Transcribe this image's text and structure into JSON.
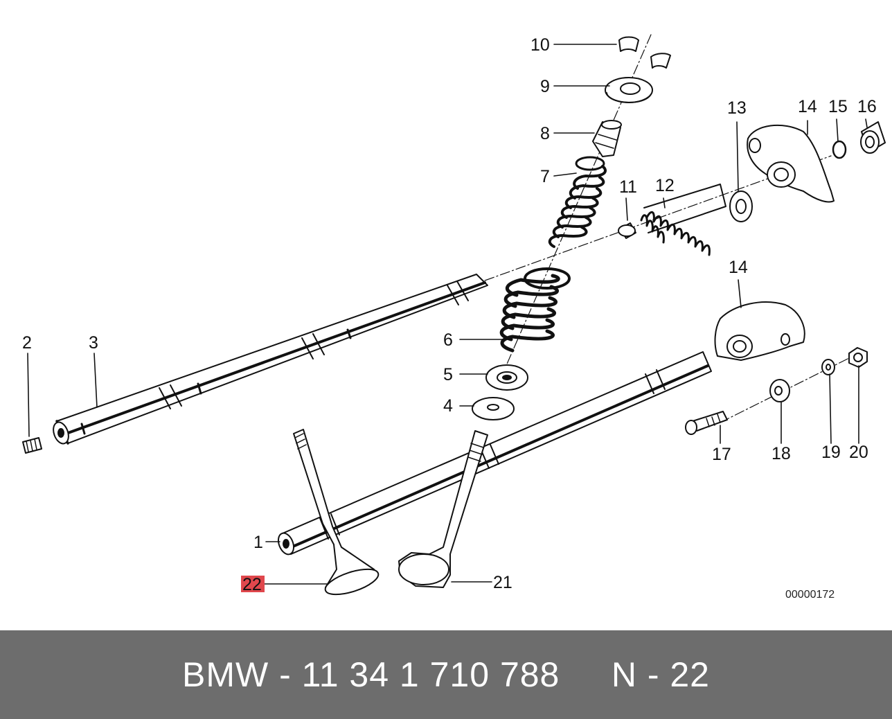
{
  "callouts": {
    "c1": "1",
    "c2": "2",
    "c3": "3",
    "c4": "4",
    "c5": "5",
    "c6": "6",
    "c7": "7",
    "c8": "8",
    "c9": "9",
    "c10": "10",
    "c11": "11",
    "c12": "12",
    "c13": "13",
    "c14a": "14",
    "c14b": "14",
    "c15": "15",
    "c16": "16",
    "c17": "17",
    "c18": "18",
    "c19": "19",
    "c20": "20",
    "c21": "21",
    "c22": "22"
  },
  "highlighted_callout": "22",
  "highlight_color": "#e0474c",
  "drawing_number": "00000172",
  "footer": {
    "text": "BMW - 11 34 1 710 788     N - 22",
    "background": "#6d6d6d"
  }
}
